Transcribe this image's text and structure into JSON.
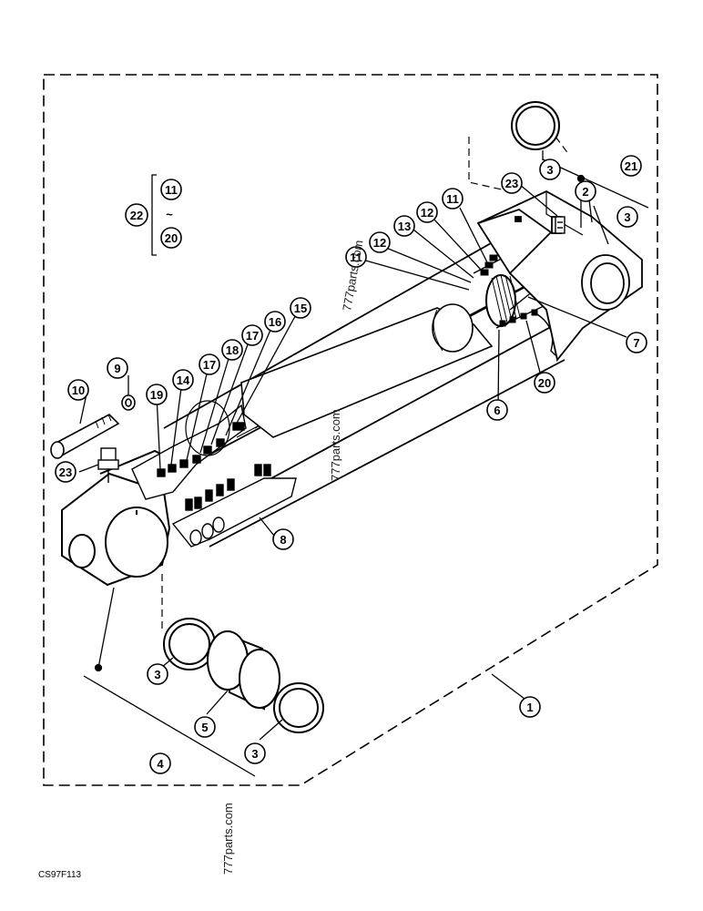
{
  "figure_code": "CS97F113",
  "watermarks": [
    "777parts.com",
    "777parts.com",
    "777parts.com"
  ],
  "kit": {
    "number": "22",
    "range_start": "11",
    "range_sep": "~",
    "range_end": "20"
  },
  "callouts": {
    "c1": "1",
    "c2": "2",
    "c3a": "3",
    "c3b": "3",
    "c3c": "3",
    "c3d": "3",
    "c4": "4",
    "c5": "5",
    "c6": "6",
    "c7": "7",
    "c8": "8",
    "c9": "9",
    "c10": "10",
    "c11a": "11",
    "c11b": "11",
    "c12a": "12",
    "c12b": "12",
    "c13": "13",
    "c14": "14",
    "c15": "15",
    "c16": "16",
    "c17a": "17",
    "c17b": "17",
    "c18": "18",
    "c19": "19",
    "c20": "20",
    "c21": "21",
    "c23a": "23",
    "c23b": "23"
  }
}
